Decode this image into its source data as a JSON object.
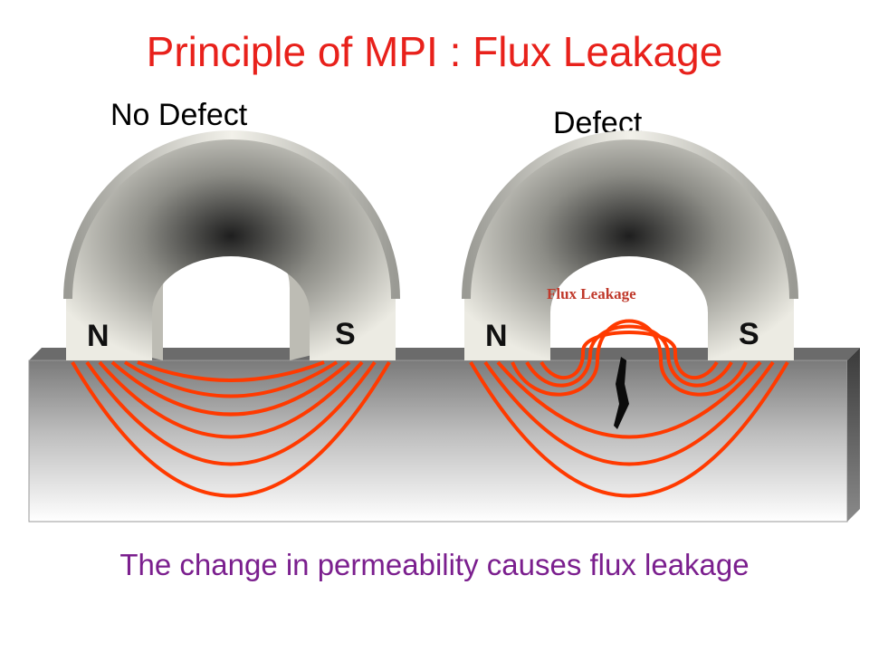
{
  "title": "Principle of MPI : Flux Leakage",
  "magnets": [
    {
      "label": "No Defect",
      "north": "N",
      "south": "S"
    },
    {
      "label": "Defect",
      "north": "N",
      "south": "S"
    }
  ],
  "flux_leakage_label": "Flux Leakage",
  "caption": "The change in permeability causes flux leakage",
  "colors": {
    "title": "#e8211b",
    "flux_lines": "#ff3a00",
    "flux_leakage_label": "#c0392b",
    "caption": "#7b1f8e"
  }
}
